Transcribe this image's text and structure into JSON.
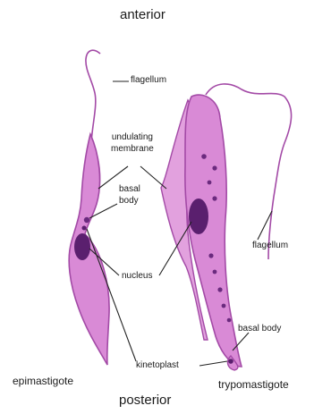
{
  "orientation": {
    "top": "anterior",
    "bottom": "posterior"
  },
  "forms": {
    "left": "epimastigote",
    "right": "trypomastigote"
  },
  "labels": {
    "flagellum_left": "flagellum",
    "undulating_membrane": "undulating\nmembrane",
    "basal_body_left": "basal\nbody",
    "nucleus": "nucleus",
    "kinetoplast": "kinetoplast",
    "flagellum_right": "flagellum",
    "basal_body_right": "basal body"
  },
  "colors": {
    "cell_fill": "#d98ad6",
    "cell_outline": "#a34aa6",
    "nucleus": "#5a1f6e",
    "granule": "#6a2a7e",
    "leader_line": "#222222"
  }
}
